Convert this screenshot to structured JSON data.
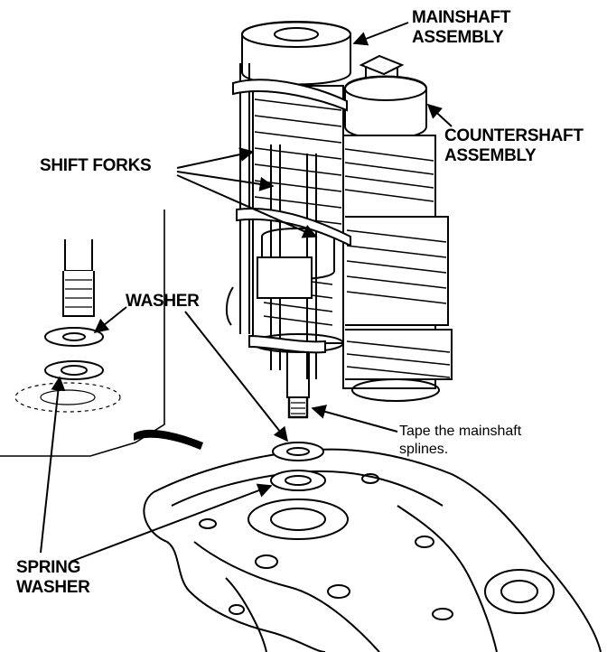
{
  "labels": {
    "mainshaft": {
      "line1": "MAINSHAFT",
      "line2": "ASSEMBLY"
    },
    "countershaft": {
      "line1": "COUNTERSHAFT",
      "line2": "ASSEMBLY"
    },
    "shift_forks": "SHIFT FORKS",
    "washer": "WASHER",
    "tape_note": {
      "line1": "Tape the mainshaft",
      "line2": "splines."
    },
    "spring_washer": {
      "line1": "SPRING",
      "line2": "WASHER"
    }
  },
  "colors": {
    "ink": "#000000",
    "paper": "#ffffff"
  }
}
